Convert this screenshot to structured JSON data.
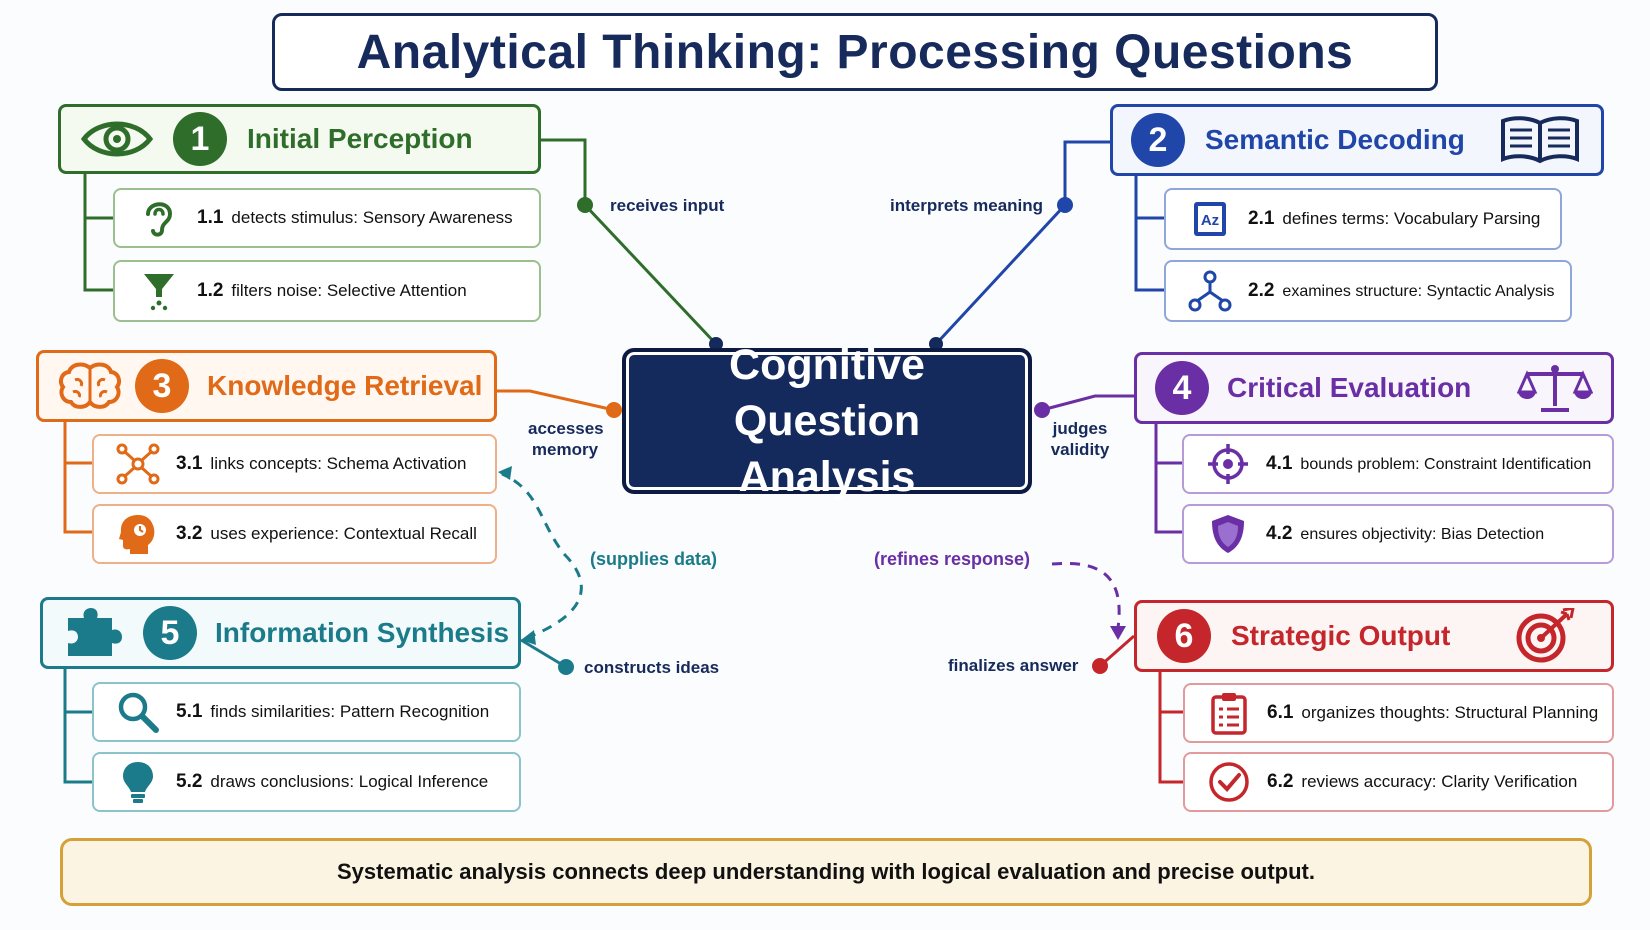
{
  "title": "Analytical Thinking: Processing Questions",
  "center": "Cognitive Question Analysis",
  "colors": {
    "green": "#2f6e2a",
    "blue": "#1f46a8",
    "orange": "#e06a17",
    "purple": "#6a2fa4",
    "teal": "#1b7b8a",
    "red": "#c4262b",
    "navy": "#14295c"
  },
  "nodes": [
    {
      "num": "1",
      "label": "Initial Perception",
      "icon": "eye-icon",
      "subs": [
        {
          "id": "1.1",
          "text": "detects stimulus: Sensory Awareness",
          "icon": "ear-icon"
        },
        {
          "id": "1.2",
          "text": "filters noise: Selective Attention",
          "icon": "funnel-icon"
        }
      ]
    },
    {
      "num": "2",
      "label": "Semantic Decoding",
      "icon": "book-icon",
      "subs": [
        {
          "id": "2.1",
          "text": "defines terms: Vocabulary Parsing",
          "icon": "dictionary-icon"
        },
        {
          "id": "2.2",
          "text": "examines structure: Syntactic Analysis",
          "icon": "tree-structure-icon"
        }
      ]
    },
    {
      "num": "3",
      "label": "Knowledge Retrieval",
      "icon": "brain-icon",
      "subs": [
        {
          "id": "3.1",
          "text": "links concepts: Schema Activation",
          "icon": "network-icon"
        },
        {
          "id": "3.2",
          "text": "uses experience: Contextual Recall",
          "icon": "head-memory-icon"
        }
      ]
    },
    {
      "num": "4",
      "label": "Critical Evaluation",
      "icon": "scales-icon",
      "subs": [
        {
          "id": "4.1",
          "text": "bounds problem: Constraint Identification",
          "icon": "crosshair-icon"
        },
        {
          "id": "4.2",
          "text": "ensures objectivity: Bias Detection",
          "icon": "shield-icon"
        }
      ]
    },
    {
      "num": "5",
      "label": "Information Synthesis",
      "icon": "puzzle-icon",
      "subs": [
        {
          "id": "5.1",
          "text": "finds similarities: Pattern Recognition",
          "icon": "magnifier-icon"
        },
        {
          "id": "5.2",
          "text": "draws conclusions: Logical Inference",
          "icon": "lightbulb-icon"
        }
      ]
    },
    {
      "num": "6",
      "label": "Strategic Output",
      "icon": "target-icon",
      "subs": [
        {
          "id": "6.1",
          "text": "organizes thoughts: Structural Planning",
          "icon": "clipboard-icon"
        },
        {
          "id": "6.2",
          "text": "reviews accuracy: Clarity Verification",
          "icon": "check-circle-icon"
        }
      ]
    }
  ],
  "connectors": {
    "receives_input": "receives input",
    "interprets_meaning": "interprets meaning",
    "accesses_memory": "accesses memory",
    "judges_validity": "judges validity",
    "constructs_ideas": "constructs ideas",
    "finalizes_answer": "finalizes answer",
    "supplies_data": "(supplies data)",
    "refines_response": "(refines response)"
  },
  "footer": "Systematic analysis connects deep understanding with logical evaluation and precise output."
}
